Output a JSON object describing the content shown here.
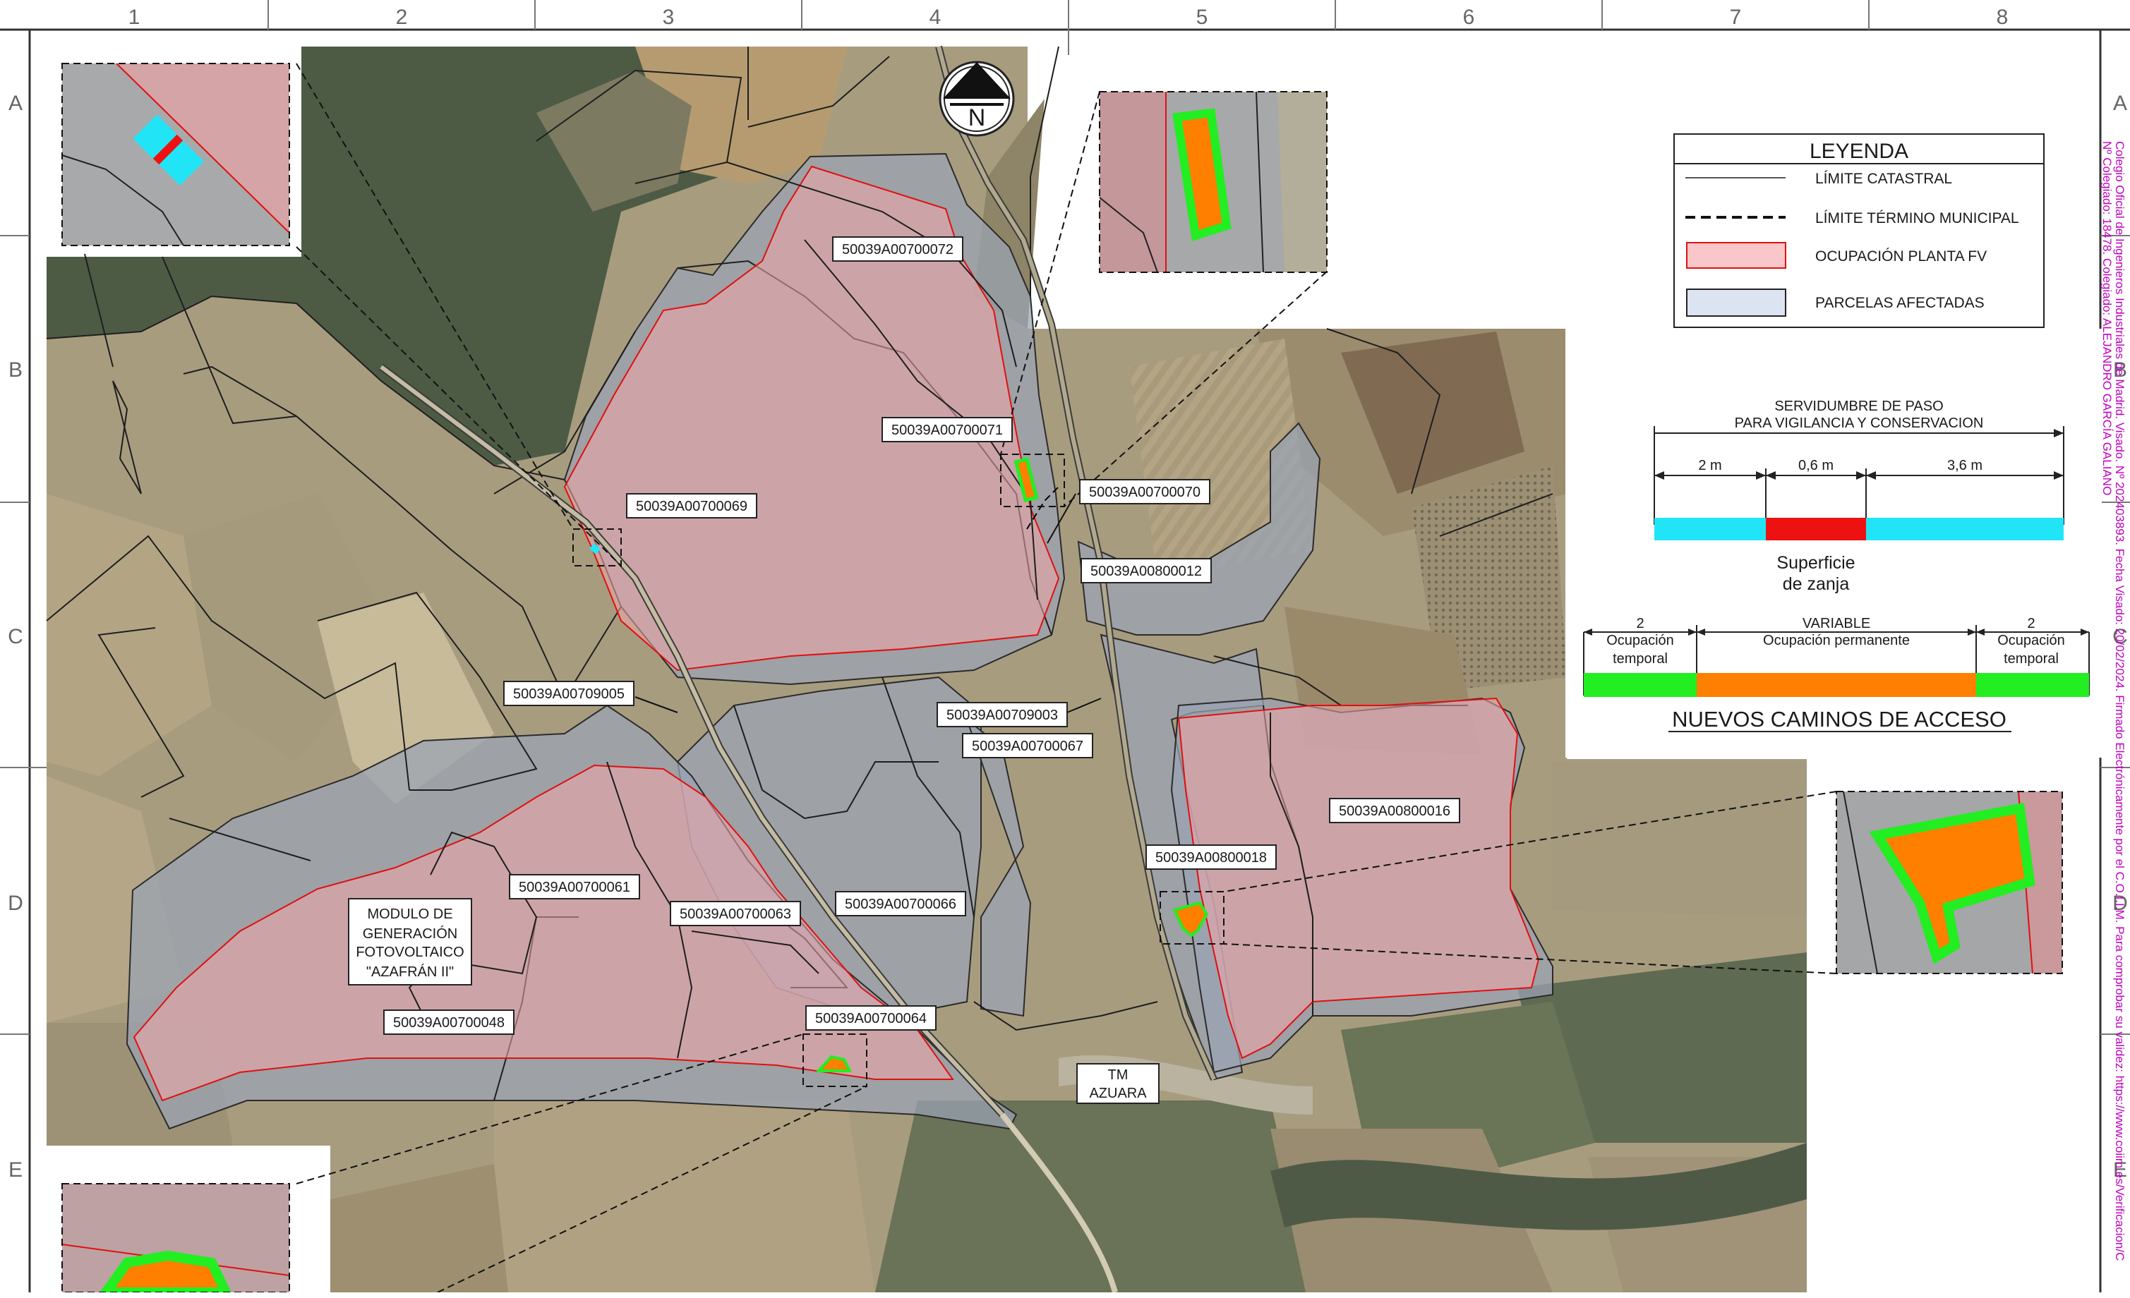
{
  "grid": {
    "columns": [
      "1",
      "2",
      "3",
      "4",
      "5",
      "6",
      "7",
      "8"
    ],
    "rows": [
      "A",
      "B",
      "C",
      "D",
      "E"
    ]
  },
  "north_arrow": {
    "letter": "N"
  },
  "legend": {
    "title": "LEYENDA",
    "items": [
      {
        "label": "LÍMITE CATASTRAL",
        "symbol": "thin-line"
      },
      {
        "label": "LÍMITE TÉRMINO MUNICIPAL",
        "symbol": "dashed-line"
      },
      {
        "label": "OCUPACIÓN PLANTA FV",
        "symbol": "pink-fill",
        "color": "#f6c6c8"
      },
      {
        "label": "PARCELAS AFECTADAS",
        "symbol": "blue-fill",
        "color": "#dce4f2"
      }
    ]
  },
  "trench": {
    "title_line1": "SERVIDUMBRE DE PASO",
    "title_line2": "PARA VIGILANCIA Y CONSERVACION",
    "dims": [
      "2 m",
      "0,6 m",
      "3,6 m"
    ],
    "caption_line1": "Superficie",
    "caption_line2": "de zanja",
    "colors": {
      "cyan": "#21e5f7",
      "red": "#ee1111"
    }
  },
  "roads": {
    "left_value": "2",
    "left_label1": "Ocupación",
    "left_label2": "temporal",
    "center_value": "VARIABLE",
    "center_label": "Ocupación permanente",
    "right_value": "2",
    "right_label1": "Ocupación",
    "right_label2": "temporal",
    "title": "NUEVOS CAMINOS DE ACCESO",
    "colors": {
      "green": "#22ee22",
      "orange": "#ff7f00"
    }
  },
  "parcels": [
    "50039A00700072",
    "50039A00700071",
    "50039A00700070",
    "50039A00700069",
    "50039A00800012",
    "50039A00709005",
    "50039A00709003",
    "50039A00700067",
    "50039A00800016",
    "50039A00800018",
    "50039A00700061",
    "50039A00700063",
    "50039A00700066",
    "50039A00700064",
    "50039A00700048"
  ],
  "module_label": {
    "line1": "MODULO DE",
    "line2": "GENERACIÓN",
    "line3": "FOTOVOLTAICO",
    "line4": "\"AZAFRÁN II\""
  },
  "municipality": {
    "line1": "TM",
    "line2": "AZUARA"
  },
  "watermark": {
    "line1": "Colegio Oficial de Ingenieros Industriales de Madrid. Visado. Nº 202403893. Fecha Visado: 20/02/2024. Firmado Electrónicamente por el C.O.I.I.M. Para comprobar su validez: https://www.coiim.es/Verificacion/C",
    "line2": "Nº Colegiado: 18478. Colegiado: ALEJANDRO GARCÍA GALIANO"
  }
}
